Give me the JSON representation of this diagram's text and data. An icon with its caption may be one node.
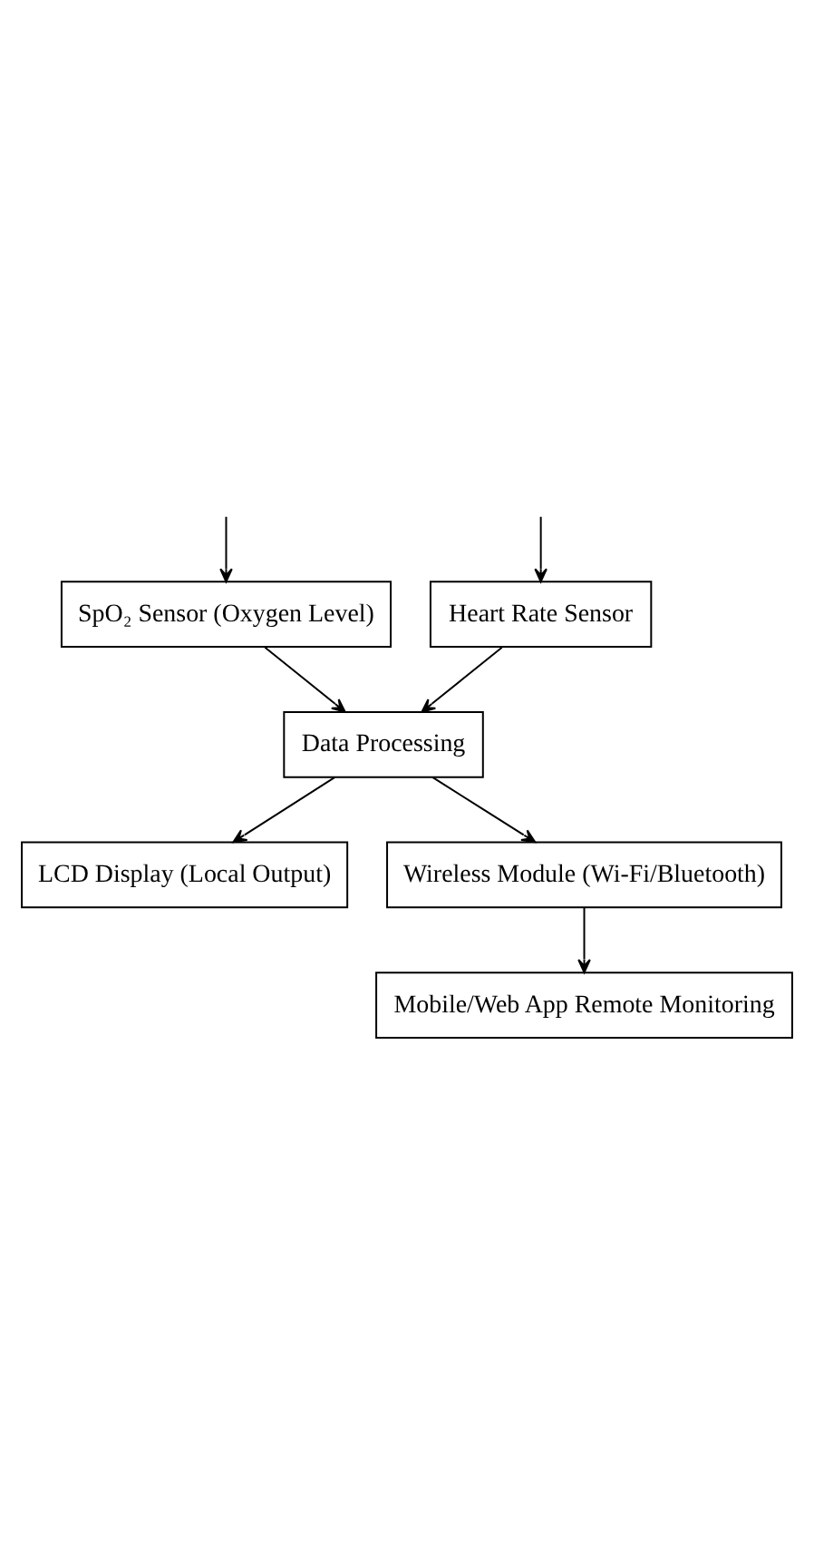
{
  "diagram": {
    "nodes": [
      {
        "text": [
          "Heart Rate Sensor"
        ]
      },
      {
        "text": [
          "SpO₂ Sensor (Oxygen Level)"
        ]
      },
      {
        "text": [
          "Data Processing"
        ]
      },
      {
        "text": [
          "LCD Display (Local Output)"
        ]
      },
      {
        "text": [
          "Wireless Module (Wi-Fi/Bluetooth)"
        ]
      },
      {
        "text": [
          "Mobile/Web App Remote Monitoring"
        ]
      }
    ],
    "edges": [
      {
        "from": null,
        "to": 0,
        "arrow": "to"
      },
      {
        "from": null,
        "to": 1,
        "arrow": "to"
      },
      {
        "from": 0,
        "to": 2,
        "arrow": "to"
      },
      {
        "from": 1,
        "to": 2,
        "arrow": "to"
      },
      {
        "from": 2,
        "to": 3,
        "arrow": "to"
      },
      {
        "from": 2,
        "to": 4,
        "arrow": "to"
      },
      {
        "from": 4,
        "to": 5,
        "arrow": "to"
      }
    ]
  }
}
